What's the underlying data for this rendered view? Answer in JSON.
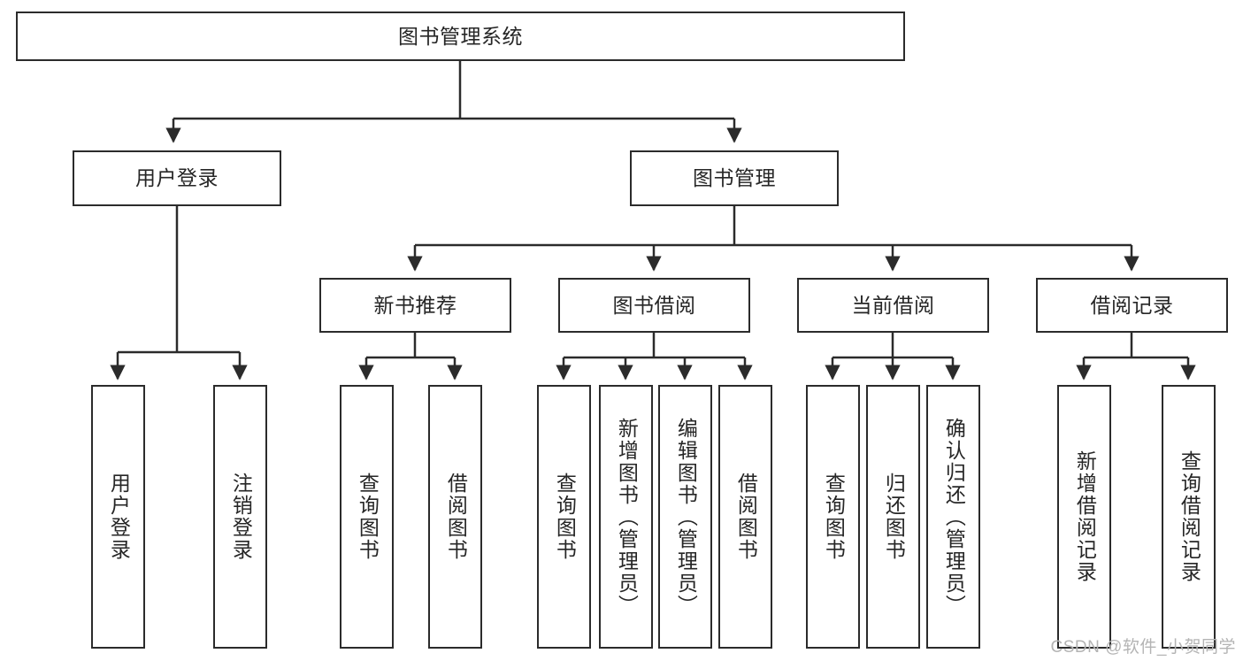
{
  "diagram": {
    "title": "图书管理系统",
    "watermark": "CSDN @软件_小贺同学",
    "accent_color": "#2b2b2b",
    "text_color": "#262626",
    "background_color": "#ffffff",
    "root": {
      "label": "图书管理系统"
    },
    "level2": [
      {
        "label": "用户登录"
      },
      {
        "label": "图书管理"
      }
    ],
    "level3": [
      {
        "label": "新书推荐"
      },
      {
        "label": "图书借阅"
      },
      {
        "label": "当前借阅"
      },
      {
        "label": "借阅记录"
      }
    ],
    "leaves": {
      "user_login": [
        {
          "label": "用户登录"
        },
        {
          "label": "注销登录"
        }
      ],
      "new_book_recommend": [
        {
          "label": "查询图书"
        },
        {
          "label": "借阅图书"
        }
      ],
      "book_borrow": [
        {
          "label": "查询图书"
        },
        {
          "label": "新增图书（管理员）"
        },
        {
          "label": "编辑图书（管理员）"
        },
        {
          "label": "借阅图书"
        }
      ],
      "current_borrow": [
        {
          "label": "查询图书"
        },
        {
          "label": "归还图书"
        },
        {
          "label": "确认归还（管理员）"
        }
      ],
      "borrow_record": [
        {
          "label": "新增借阅记录"
        },
        {
          "label": "查询借阅记录"
        }
      ]
    }
  }
}
